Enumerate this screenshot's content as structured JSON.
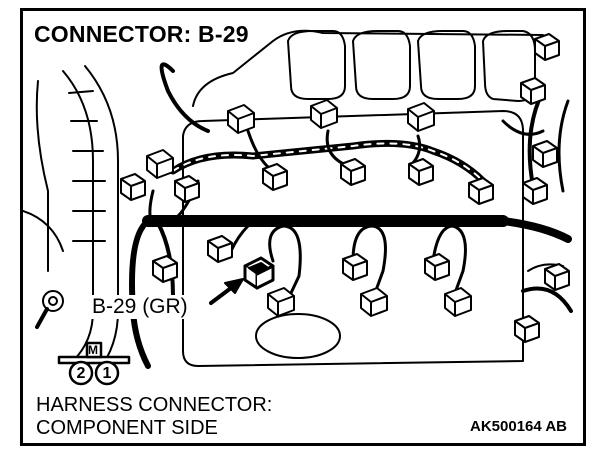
{
  "diagram": {
    "title": "CONNECTOR: B-29",
    "callout": "B-29 (GR)",
    "connector_face": {
      "tab_label": "M",
      "pins": [
        "2",
        "1"
      ]
    },
    "caption_lines": [
      "HARNESS CONNECTOR:",
      "COMPONENT SIDE"
    ],
    "reference_code": "AK500164 AB",
    "colors": {
      "ink": "#000000",
      "paper": "#ffffff"
    }
  }
}
